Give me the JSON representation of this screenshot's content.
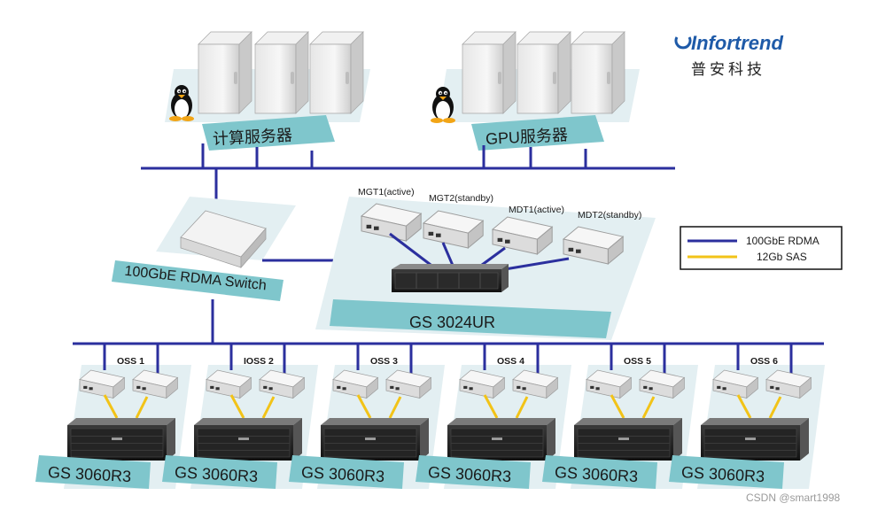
{
  "brand": {
    "name": "Infortrend",
    "subtitle": "普安科技"
  },
  "clusters": {
    "compute": "计算服务器",
    "gpu": "GPU服务器"
  },
  "switch": {
    "label": "100GbE RDMA Switch"
  },
  "metadata": {
    "platform": "GS 3024UR",
    "nodes": [
      "MGT1(active)",
      "MGT2(standby)",
      "MDT1(active)",
      "MDT2(standby)"
    ]
  },
  "oss": [
    {
      "name": "OSS 1",
      "storage": "GS 3060R3"
    },
    {
      "name": "IOSS 2",
      "storage": "GS 3060R3"
    },
    {
      "name": "OSS 3",
      "storage": "GS 3060R3"
    },
    {
      "name": "OSS 4",
      "storage": "GS 3060R3"
    },
    {
      "name": "OSS 5",
      "storage": "GS 3060R3"
    },
    {
      "name": "OSS 6",
      "storage": "GS 3060R3"
    }
  ],
  "legend": {
    "rdma": "100GbE RDMA",
    "sas": "12Gb SAS",
    "rdma_color": "#2b2f9e",
    "sas_color": "#f2c318"
  },
  "watermark": "CSDN @smart1998"
}
